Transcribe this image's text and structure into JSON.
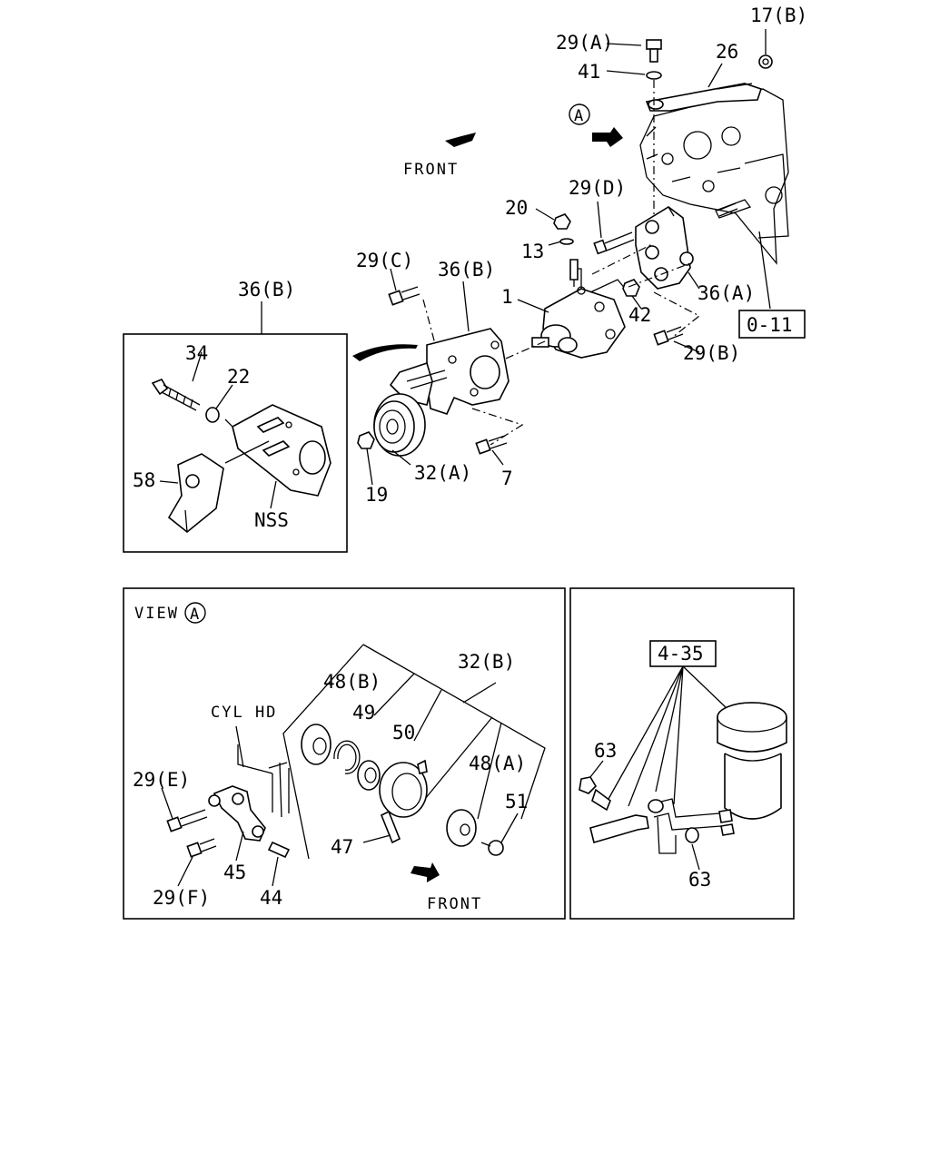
{
  "labels": {
    "l17b": "17(B)",
    "l29a": "29(A)",
    "l26": "26",
    "l41": "41",
    "front_top": "FRONT",
    "l29d": "29(D)",
    "l20": "20",
    "l13": "13",
    "l29c": "29(C)",
    "l36b_main": "36(B)",
    "l1": "1",
    "l42": "42",
    "l36a": "36(A)",
    "ref_0_11": "0-11",
    "l29b": "29(B)",
    "l36b_inset": "36(B)",
    "l34": "34",
    "l22": "22",
    "l58": "58",
    "nss": "NSS",
    "l19": "19",
    "l32a": "32(A)",
    "l7": "7",
    "view_a": "VIEW",
    "cyl_hd": "CYL HD",
    "l48b": "48(B)",
    "l32b": "32(B)",
    "l49": "49",
    "l50": "50",
    "l29e": "29(E)",
    "l48a": "48(A)",
    "l51": "51",
    "l47": "47",
    "l45": "45",
    "l44": "44",
    "l29f": "29(F)",
    "front_view": "FRONT",
    "ref_4_35": "4-35",
    "l63_top": "63",
    "l63_bottom": "63",
    "circle_a": "A"
  }
}
